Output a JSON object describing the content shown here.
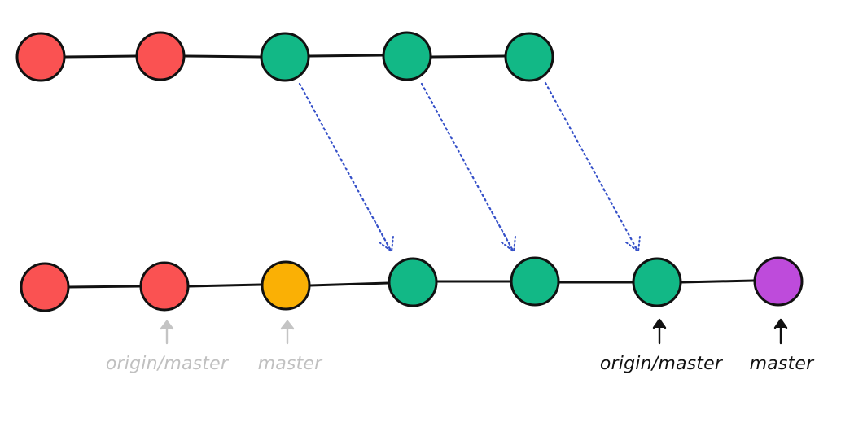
{
  "colors": {
    "upstream": "#fa5252",
    "rebased": "#12b886",
    "local": "#fab005",
    "new": "#be4bdb",
    "rebase_arrow": "#3550c8",
    "faded_ref": "#c4c4c4",
    "current_ref": "#111111"
  },
  "top_branch": {
    "commits": [
      "upstream",
      "upstream",
      "rebased",
      "rebased",
      "rebased"
    ]
  },
  "bottom_branch": {
    "commits": [
      "upstream",
      "upstream",
      "local",
      "rebased",
      "rebased",
      "rebased",
      "new"
    ]
  },
  "rebase_moves": [
    {
      "from_top_commit": 3,
      "to_bottom_commit": 4
    },
    {
      "from_top_commit": 4,
      "to_bottom_commit": 5
    },
    {
      "from_top_commit": 5,
      "to_bottom_commit": 6
    }
  ],
  "refs": {
    "old_origin": {
      "label": "origin/master",
      "state": "faded",
      "bottom_commit": 2
    },
    "old_master": {
      "label": "master",
      "state": "faded",
      "bottom_commit": 3
    },
    "new_origin": {
      "label": "origin/master",
      "state": "current",
      "bottom_commit": 6
    },
    "new_master": {
      "label": "master",
      "state": "current",
      "bottom_commit": 7
    }
  }
}
